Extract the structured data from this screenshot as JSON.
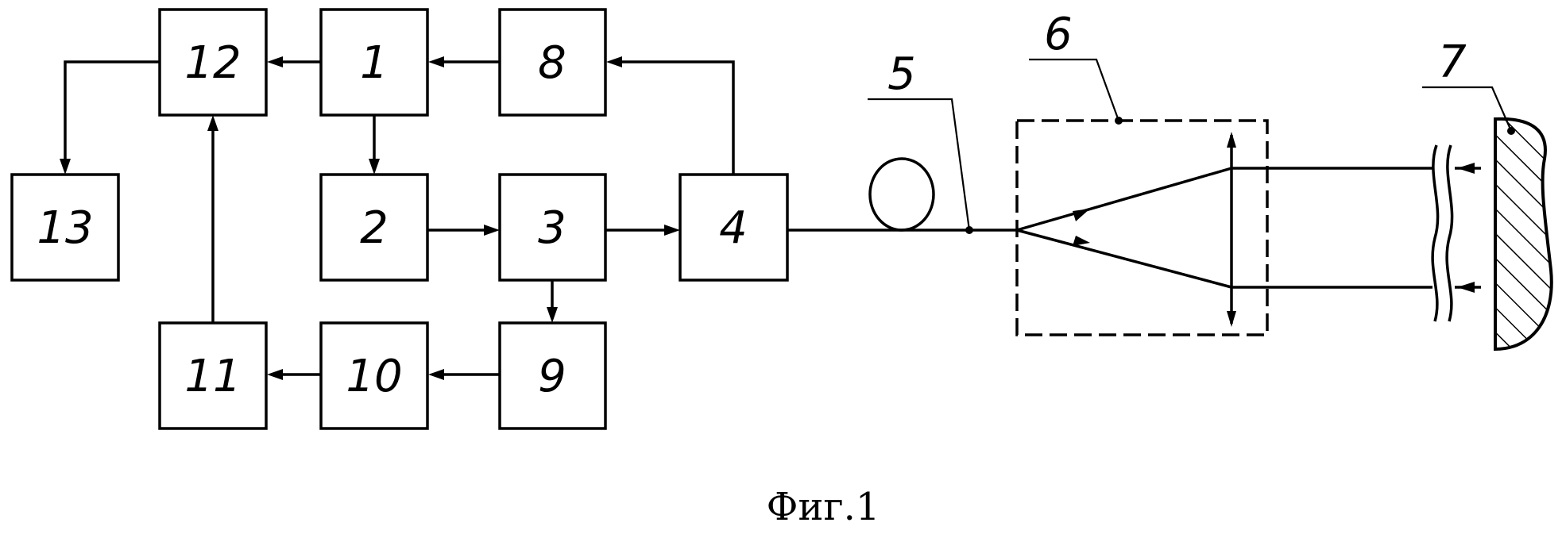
{
  "caption": "Фиг.1",
  "blocks": {
    "b1": "1",
    "b2": "2",
    "b3": "3",
    "b4": "4",
    "b8": "8",
    "b9": "9",
    "b10": "10",
    "b11": "11",
    "b12": "12",
    "b13": "13"
  },
  "callouts": {
    "fiber": "5",
    "optical_unit": "6",
    "target": "7"
  }
}
